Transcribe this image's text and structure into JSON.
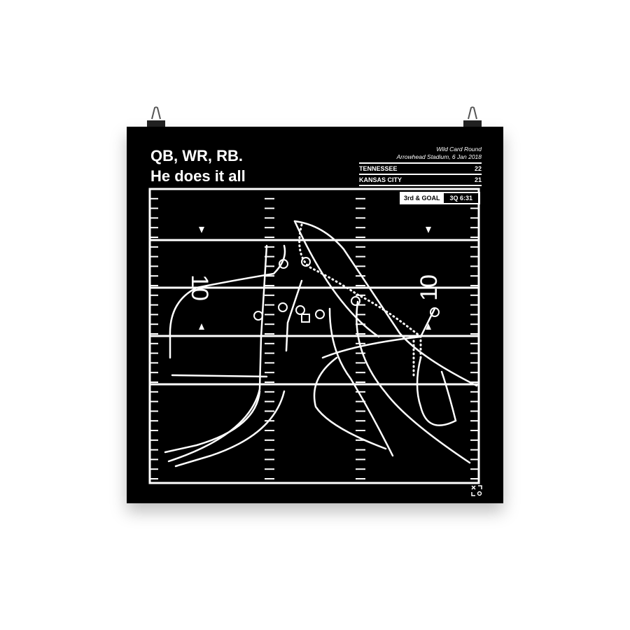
{
  "poster": {
    "title_line1": "QB, WR, RB.",
    "title_line2": "He does it all",
    "round": "Wild Card Round",
    "venue_date": "Arrowhead Stadium, 6 Jan 2018",
    "teams": [
      {
        "name": "TENNESSEE",
        "score": "22"
      },
      {
        "name": "KANSAS CITY",
        "score": "21"
      }
    ],
    "down_distance": "3rd & GOAL",
    "game_clock": "3Q 6:31",
    "yard_numbers": [
      "10",
      "10"
    ],
    "logo_icon": "xo-logo-icon"
  }
}
